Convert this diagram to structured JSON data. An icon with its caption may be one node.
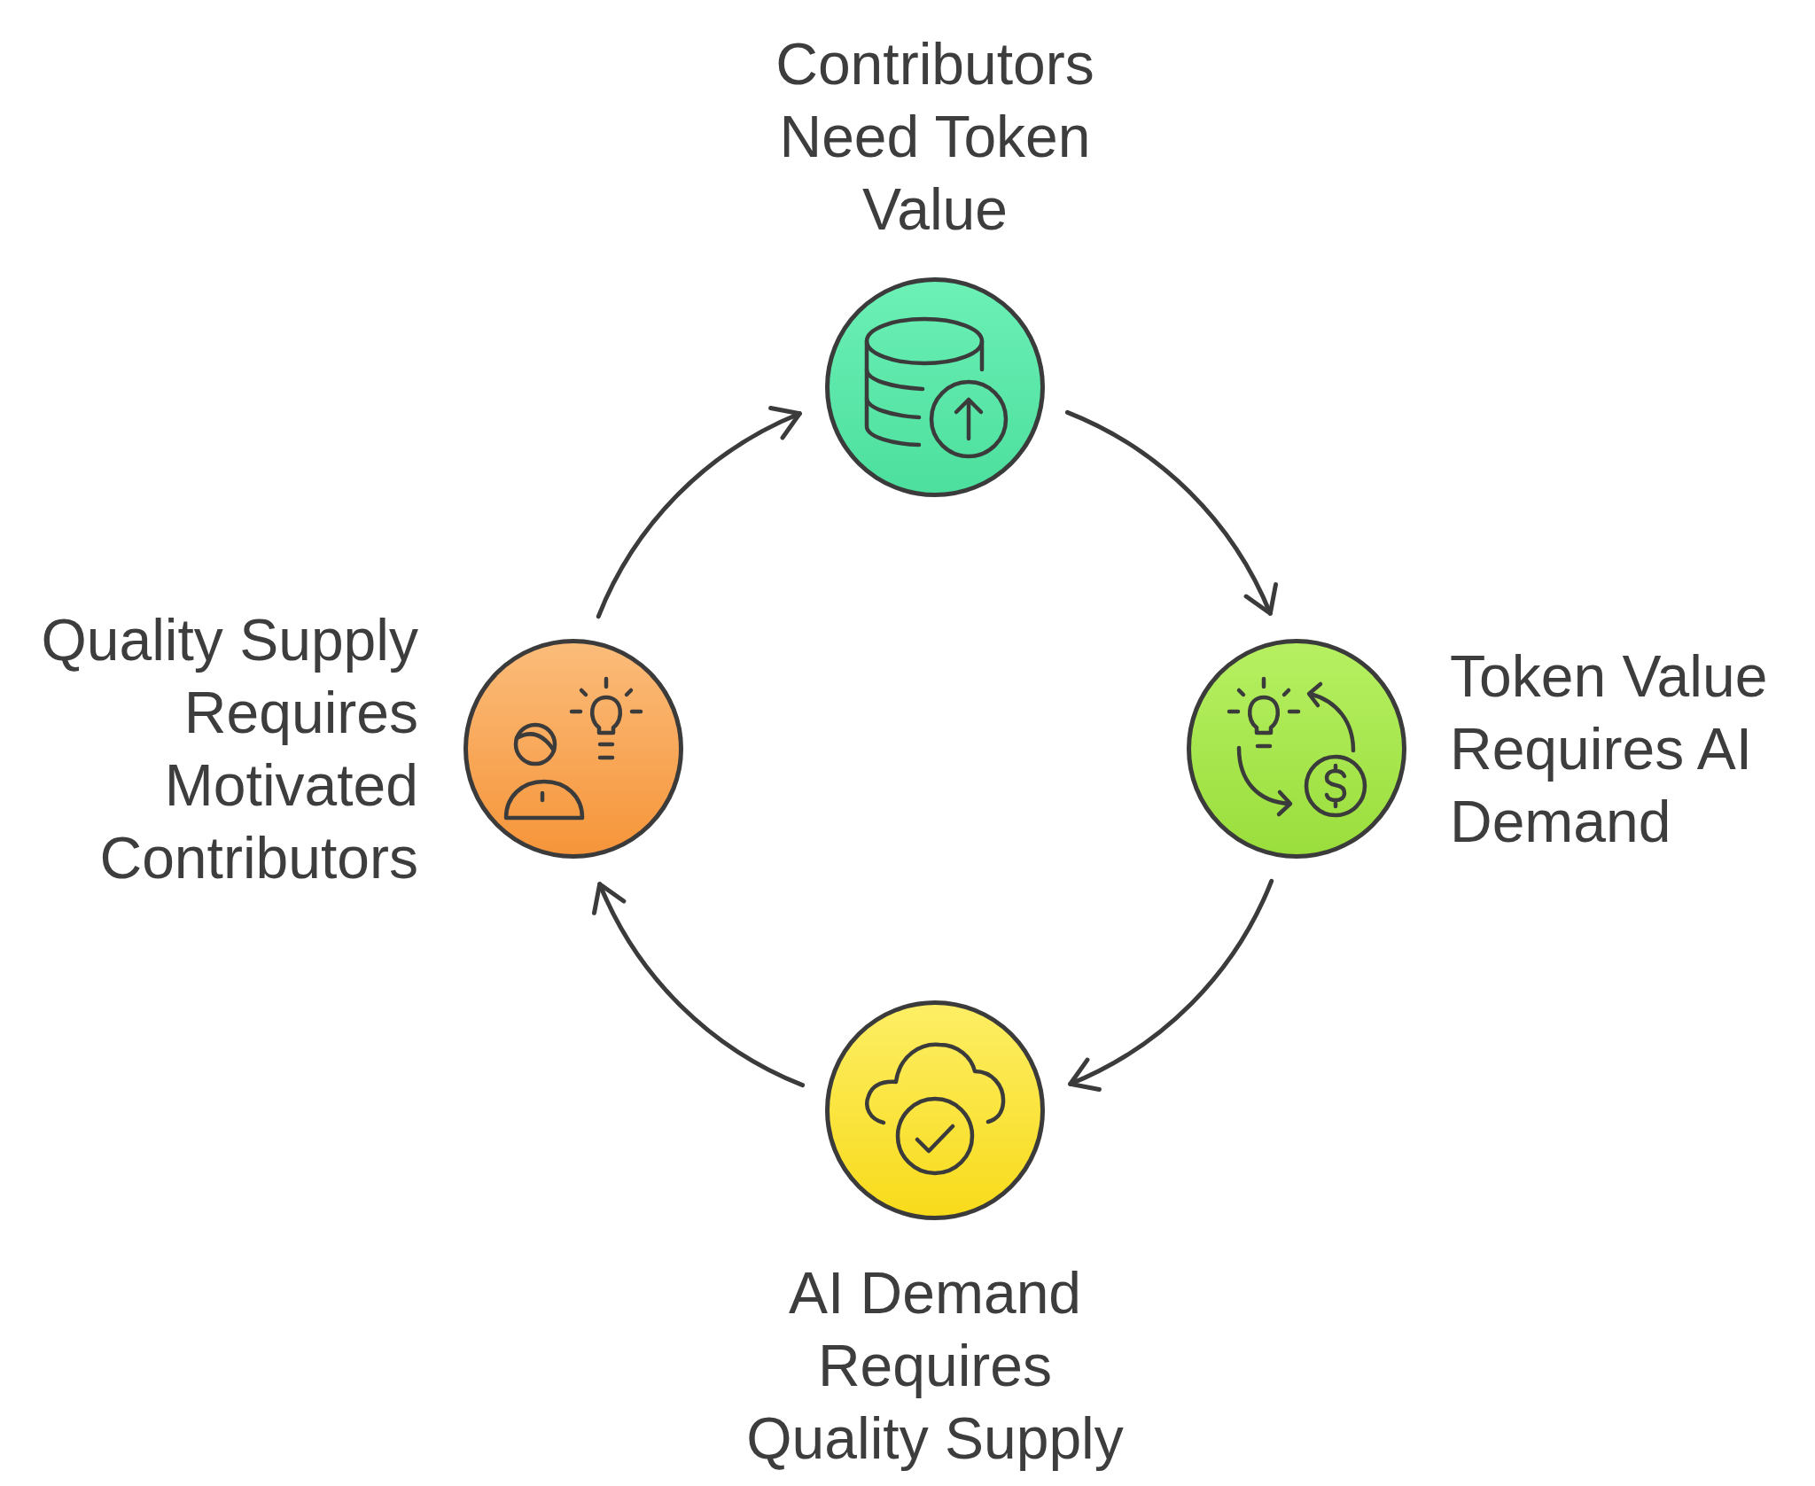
{
  "diagram": {
    "nodes": [
      {
        "text": [
          "Contributors Need Token Value"
        ]
      },
      {
        "text": [
          "Quality Supply Requires Motivated Contributors"
        ]
      },
      {
        "text": [
          "Token Value Requires AI Demand"
        ]
      },
      {
        "text": [
          "AI Demand Requires Quality Supply"
        ]
      }
    ],
    "edges": [
      {
        "from": 0,
        "to": 2,
        "arrow": "to"
      },
      {
        "from": 2,
        "to": 3,
        "arrow": "to"
      },
      {
        "from": 3,
        "to": 1,
        "arrow": "to"
      },
      {
        "from": 1,
        "to": 0,
        "arrow": "to"
      }
    ]
  }
}
